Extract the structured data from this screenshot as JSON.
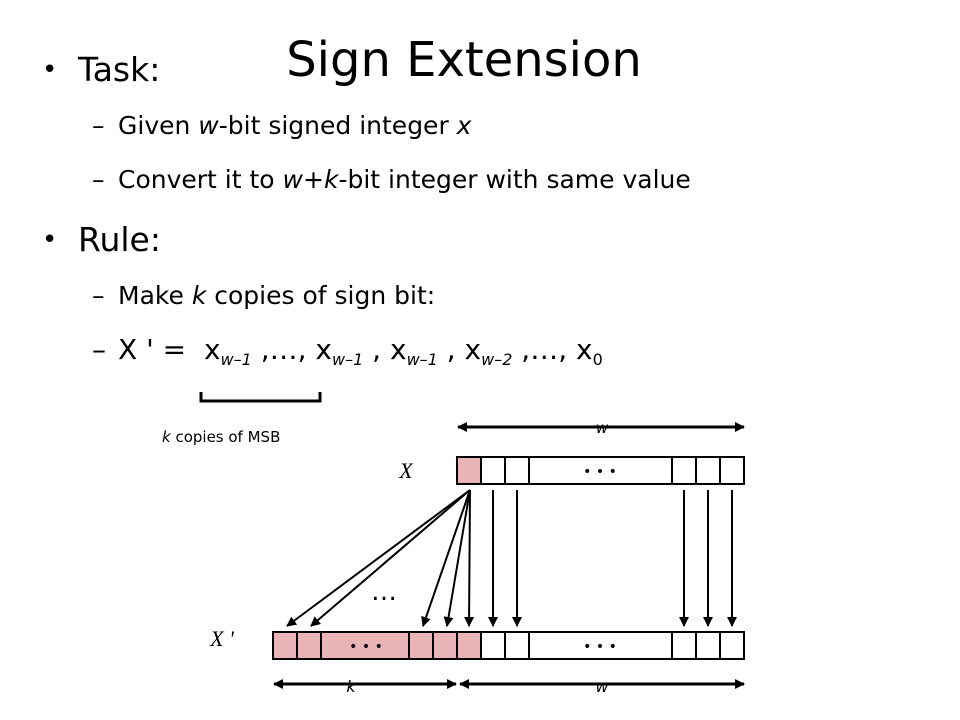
{
  "title": "Sign Extension",
  "task": {
    "heading": "Task:",
    "line1": {
      "p1": "Given ",
      "w": "w",
      "p2": "-bit signed integer ",
      "x": "x"
    },
    "line2": {
      "p1": "Convert it to ",
      "w": "w",
      "plus": "+",
      "k": "k",
      "p2": "-bit integer with same value"
    }
  },
  "rule": {
    "heading": "Rule:",
    "line1": {
      "p1": "Make ",
      "k": "k",
      "p2": " copies of sign bit:"
    },
    "line2": {
      "lhs": "X ' =",
      "x": "x",
      "sub_wm1": "w–1",
      "sub_wm2": "w–2",
      "sub_0": "0",
      "ellipsis": ",…,",
      "comma": ","
    }
  },
  "brace": {
    "k": "k",
    "text": " copies of MSB"
  },
  "diagram": {
    "w_label": "w",
    "k_label": "k",
    "X_label": "X",
    "Xp_label": "X '",
    "dots": "• • •",
    "fan_dots": "…",
    "sign_color": "#e8b4b6"
  }
}
